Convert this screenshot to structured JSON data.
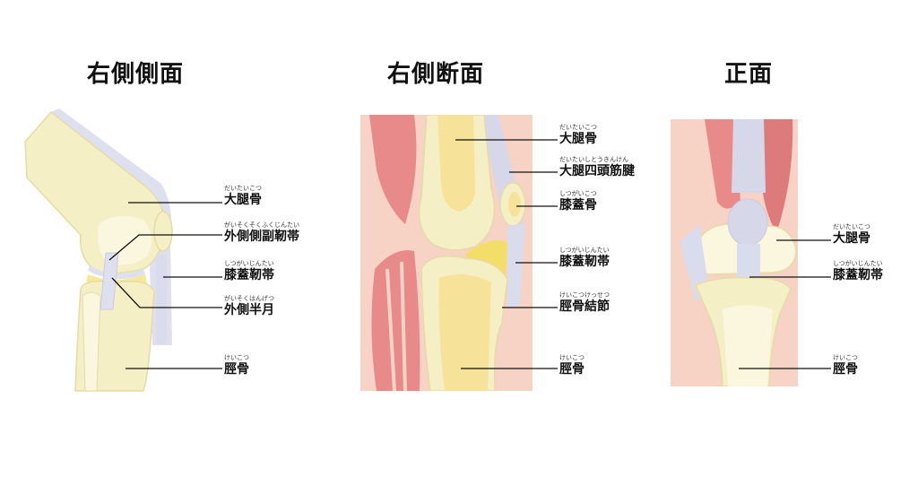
{
  "colors": {
    "bone": "#f5efc6",
    "bone_light": "#fbf7df",
    "bone_outline": "#e6dba6",
    "cartilage": "#dfe0ef",
    "ligament": "#d9dcec",
    "tendon": "#d6d8ea",
    "skin": "#f6d3c4",
    "skin_dark": "#efb9a4",
    "muscle": "#e88a8a",
    "muscle_dark": "#d86a6f",
    "marrow": "#f7e29a",
    "meniscus": "#f4de6a",
    "line": "#111111"
  },
  "panels": [
    {
      "id": "lateral",
      "title": "右側側面",
      "labels": [
        {
          "ruby": "だいたいこつ",
          "name": "大腿骨"
        },
        {
          "ruby": "がいそくそくふくじんたい",
          "name": "外側側副靭帯"
        },
        {
          "ruby": "しつがいじんたい",
          "name": "膝蓋靭帯"
        },
        {
          "ruby": "がいそくはんげつ",
          "name": "外側半月"
        },
        {
          "ruby": "けいこつ",
          "name": "脛骨"
        }
      ]
    },
    {
      "id": "section",
      "title": "右側断面",
      "labels": [
        {
          "ruby": "だいたいこつ",
          "name": "大腿骨"
        },
        {
          "ruby": "だいたいしとうきんけん",
          "name": "大腿四頭筋腱"
        },
        {
          "ruby": "しつがいこつ",
          "name": "膝蓋骨"
        },
        {
          "ruby": "しつがいじんたい",
          "name": "膝蓋靭帯"
        },
        {
          "ruby": "けいこつけっせつ",
          "name": "脛骨結節"
        },
        {
          "ruby": "けいこつ",
          "name": "脛骨"
        }
      ]
    },
    {
      "id": "front",
      "title": "正面",
      "labels": [
        {
          "ruby": "だいたいこつ",
          "name": "大腿骨"
        },
        {
          "ruby": "しつがいじんたい",
          "name": "膝蓋靭帯"
        },
        {
          "ruby": "けいこつ",
          "name": "脛骨"
        }
      ]
    }
  ]
}
